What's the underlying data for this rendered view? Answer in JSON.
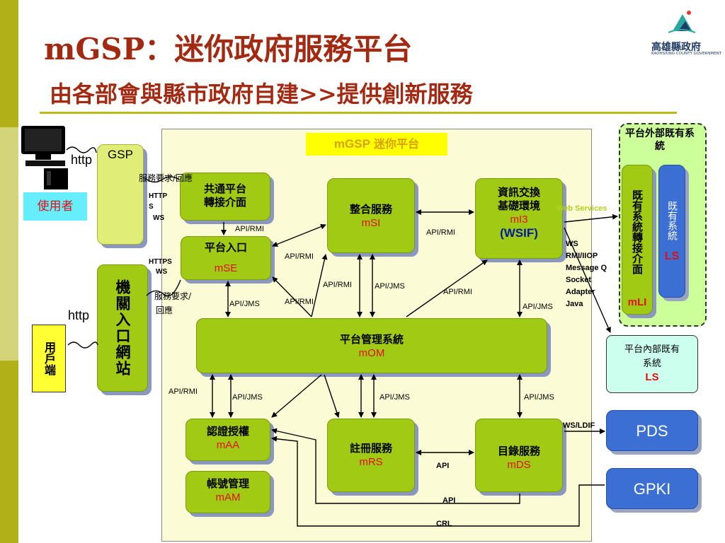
{
  "colors": {
    "title": "#a32a12",
    "box_green": "#a1ca14",
    "box_blue": "#3b6fd4",
    "code_red": "#e01010",
    "frame_bg": "#fbfbd6",
    "accent_bar": "#b9ba18"
  },
  "header": {
    "title_line1": "mGSP：迷你政府服務平台",
    "title_line2": "由各部會與縣市政府自建>>提供創新服務",
    "logo_name": "高雄縣政府",
    "logo_sub": "KAOHSIUNG COUNTY GOVERNMENT"
  },
  "frame_label": {
    "code": "mGSP",
    "name": "迷你平台"
  },
  "actors": {
    "user_label": "使用者",
    "client_label": "用戶端",
    "gsp_label": "GSP",
    "agency_portal": "機關入口網站"
  },
  "components": {
    "common_iface": {
      "name": "共通平台轉接介面"
    },
    "portal": {
      "name": "平台入口",
      "code": "mSE"
    },
    "integration": {
      "name": "整合服務",
      "code": "mSI"
    },
    "exchange": {
      "name_line1": "資訊交換",
      "name_line2": "基礎環境",
      "code": "mI3",
      "code2": "(WSIF)"
    },
    "platform_mgmt": {
      "name": "平台管理系統",
      "code": "mOM"
    },
    "auth": {
      "name": "認證授權",
      "code": "mAA"
    },
    "account": {
      "name": "帳號管理",
      "code": "mAM"
    },
    "registry": {
      "name": "註冊服務",
      "code": "mRS"
    },
    "directory": {
      "name": "目錄服務",
      "code": "mDS"
    }
  },
  "external": {
    "outside_group_title": "平台外部既有系統",
    "adapter_text": "既有系統轉接介面",
    "adapter_code": "mLI",
    "legacy_text": "既有系統",
    "legacy_code": "LS",
    "inside_title": "平台內部既有系統",
    "inside_code": "LS",
    "pds": "PDS",
    "gpki": "GPKI"
  },
  "labels": {
    "http_top": "http",
    "http_bottom": "http",
    "svc_req_top": "服務要求/回應",
    "https_ws_top_a": "HTTP",
    "https_ws_top_b": "S",
    "https_ws_top_c": "WS",
    "https_ws_mid_a": "HTTPS",
    "https_ws_mid_b": "WS",
    "svc_req_mid_a": "服務要求/",
    "svc_req_mid_b": "回應",
    "api_rmi_1": "API/RMI",
    "api_rmi_2": "API/RMI",
    "api_rmi_3": "API/RMI",
    "api_rmi_4": "API/RMI",
    "api_rmi_5": "API/RMI",
    "api_rmi_6": "API/RMI",
    "api_rmi_7": "API/RMI",
    "api_jms_1": "API/JMS",
    "api_jms_2": "API/JMS",
    "api_jms_3": "API/JMS",
    "api_jms_4": "API/JMS",
    "api_jms_5": "API/JMS",
    "api_jms_6": "API/JMS",
    "web_services": "Web Services",
    "protocols": [
      "WS",
      "RMI/IIOP",
      "Message Q",
      "Socket",
      "Adapter",
      "Java"
    ],
    "ws_ldif": "WS/LDIF",
    "api_a": "API",
    "api_b": "API",
    "crl": "CRL"
  }
}
